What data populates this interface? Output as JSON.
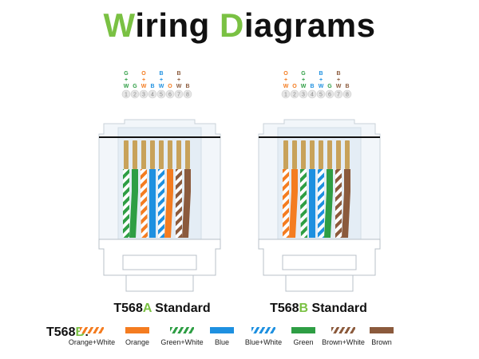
{
  "title": {
    "first": "W",
    "first_rest": "iring ",
    "second": "D",
    "second_rest": "iagrams"
  },
  "colors": {
    "orange": "#f47c20",
    "green": "#2e9e44",
    "blue": "#1e90e0",
    "brown": "#8b5a3c",
    "accent": "#7ac143",
    "gold": "#c8a25a"
  },
  "connectors": [
    {
      "id": "t568a",
      "standard": {
        "prefix": "T568",
        "letter": "A",
        "suffix": " Standard"
      },
      "pins": [
        {
          "num": "1",
          "label": [
            "G",
            "+",
            "W"
          ],
          "label_color": "green",
          "wire": "green",
          "striped": true
        },
        {
          "num": "2",
          "label": [
            "",
            "",
            "G"
          ],
          "label_color": "green",
          "wire": "green",
          "striped": false
        },
        {
          "num": "3",
          "label": [
            "O",
            "+",
            "W"
          ],
          "label_color": "orange",
          "wire": "orange",
          "striped": true
        },
        {
          "num": "4",
          "label": [
            "",
            "",
            "B"
          ],
          "label_color": "blue",
          "wire": "blue",
          "striped": false
        },
        {
          "num": "5",
          "label": [
            "B",
            "+",
            "W"
          ],
          "label_color": "blue",
          "wire": "blue",
          "striped": true
        },
        {
          "num": "6",
          "label": [
            "",
            "",
            "O"
          ],
          "label_color": "orange",
          "wire": "orange",
          "striped": false
        },
        {
          "num": "7",
          "label": [
            "B",
            "+",
            "W"
          ],
          "label_color": "brown",
          "wire": "brown",
          "striped": true
        },
        {
          "num": "8",
          "label": [
            "",
            "",
            "B"
          ],
          "label_color": "brown",
          "wire": "brown",
          "striped": false
        }
      ]
    },
    {
      "id": "t568b",
      "standard": {
        "prefix": "T568",
        "letter": "B",
        "suffix": " Standard"
      },
      "pins": [
        {
          "num": "1",
          "label": [
            "O",
            "+",
            "W"
          ],
          "label_color": "orange",
          "wire": "orange",
          "striped": true
        },
        {
          "num": "2",
          "label": [
            "",
            "",
            "O"
          ],
          "label_color": "orange",
          "wire": "orange",
          "striped": false
        },
        {
          "num": "3",
          "label": [
            "G",
            "+",
            "W"
          ],
          "label_color": "green",
          "wire": "green",
          "striped": true
        },
        {
          "num": "4",
          "label": [
            "",
            "",
            "B"
          ],
          "label_color": "blue",
          "wire": "blue",
          "striped": false
        },
        {
          "num": "5",
          "label": [
            "B",
            "+",
            "W"
          ],
          "label_color": "blue",
          "wire": "blue",
          "striped": true
        },
        {
          "num": "6",
          "label": [
            "",
            "",
            "G"
          ],
          "label_color": "green",
          "wire": "green",
          "striped": false
        },
        {
          "num": "7",
          "label": [
            "B",
            "+",
            "W"
          ],
          "label_color": "brown",
          "wire": "brown",
          "striped": true
        },
        {
          "num": "8",
          "label": [
            "",
            "",
            "B"
          ],
          "label_color": "brown",
          "wire": "brown",
          "striped": false
        }
      ]
    }
  ],
  "legend": {
    "title_prefix": "T568",
    "title_letter": "B",
    "title_suffix": ":",
    "items": [
      {
        "label": "Orange+White",
        "color": "orange",
        "striped": true
      },
      {
        "label": "Orange",
        "color": "orange",
        "striped": false
      },
      {
        "label": "Green+White",
        "color": "green",
        "striped": true
      },
      {
        "label": "Blue",
        "color": "blue",
        "striped": false
      },
      {
        "label": "Blue+White",
        "color": "blue",
        "striped": true
      },
      {
        "label": "Green",
        "color": "green",
        "striped": false
      },
      {
        "label": "Brown+White",
        "color": "brown",
        "striped": true
      },
      {
        "label": "Brown",
        "color": "brown",
        "striped": false
      }
    ]
  }
}
